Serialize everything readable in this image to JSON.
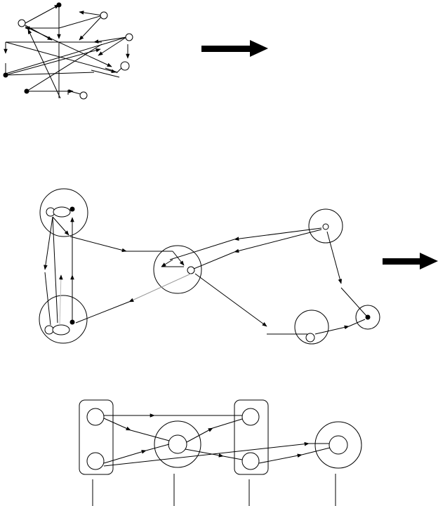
{
  "figure": {
    "panels": [
      {
        "id": "raw-graph",
        "description_visible": false
      },
      {
        "id": "clustered-graph",
        "description_visible": false
      },
      {
        "id": "condensed-graph",
        "description_visible": false
      }
    ],
    "node_styles": {
      "filled": "#000000",
      "hollow": "#ffffff",
      "stroke": "#000000"
    },
    "transition_arrows": 2
  }
}
